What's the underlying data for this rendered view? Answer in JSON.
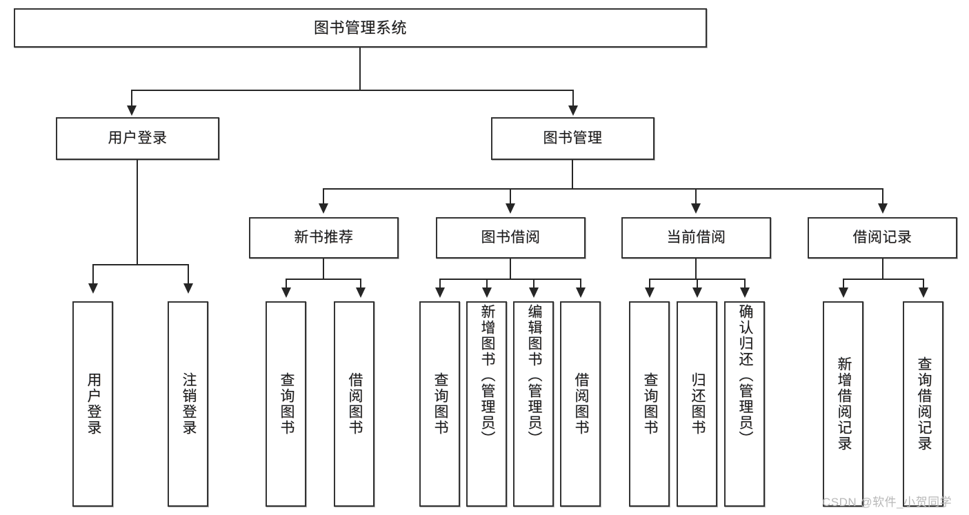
{
  "diagram": {
    "title": "图书管理系统",
    "type": "tree",
    "root": {
      "label": "图书管理系统"
    },
    "level2": [
      {
        "label": "用户登录"
      },
      {
        "label": "图书管理"
      }
    ],
    "level3": [
      {
        "label": "新书推荐"
      },
      {
        "label": "图书借阅"
      },
      {
        "label": "当前借阅"
      },
      {
        "label": "借阅记录"
      }
    ],
    "leaves": {
      "user_login": [
        {
          "label": "用户登录"
        },
        {
          "label": "注销登录"
        }
      ],
      "new_book": [
        {
          "label": "查询图书"
        },
        {
          "label": "借阅图书"
        }
      ],
      "book_borrow": [
        {
          "label": "查询图书"
        },
        {
          "label": "新增图书（管理员）"
        },
        {
          "label": "编辑图书（管理员）"
        },
        {
          "label": "借阅图书"
        }
      ],
      "current_borrow": [
        {
          "label": "查询图书"
        },
        {
          "label": "归还图书"
        },
        {
          "label": "确认归还（管理员）"
        }
      ],
      "borrow_record": [
        {
          "label": "新增借阅记录"
        },
        {
          "label": "查询借阅记录"
        }
      ]
    }
  },
  "watermark": {
    "text": "CSDN @软件_小贺同学"
  },
  "colors": {
    "box_border": "#333333",
    "line": "#262626",
    "text": "#1a1a1a",
    "background": "#ffffff",
    "watermark": "#b8b8b8"
  }
}
